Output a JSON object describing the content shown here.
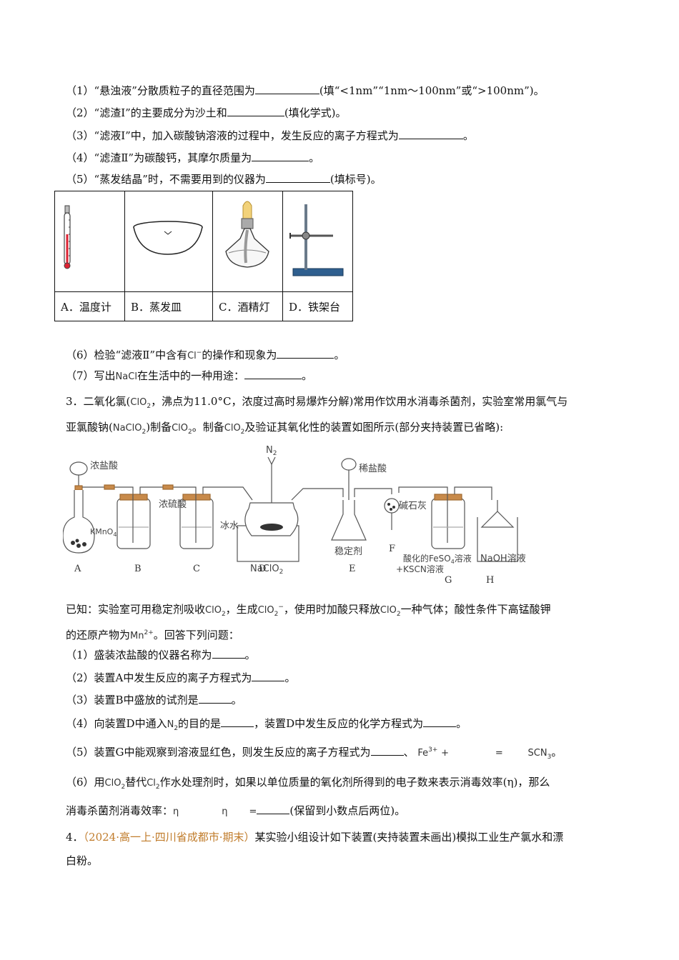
{
  "q2": {
    "s1": {
      "text": "（1）“悬浊液”分散质粒子的直径范围为",
      "tail": "(填“<1nm”“1nm～100nm”或“>100nm”)。"
    },
    "s2": {
      "text": "（2）“滤渣Ⅰ”的主要成分为沙土和",
      "tail": "(填化学式)。"
    },
    "s3": {
      "text": "（3）“滤液Ⅰ”中，加入碳酸钠溶液的过程中，发生反应的离子方程式为",
      "tail": "。"
    },
    "s4": {
      "text": "（4）“滤渣Ⅱ”为碳酸钙，其摩尔质量为",
      "tail": "。"
    },
    "s5": {
      "text": "（5）“蒸发结晶”时，不需要用到的仪器为",
      "tail": "(填标号)。"
    },
    "instruments": [
      {
        "label": "A．温度计",
        "icon": "thermometer-icon"
      },
      {
        "label": "B．蒸发皿",
        "icon": "evaporating-dish-icon"
      },
      {
        "label": "C．酒精灯",
        "icon": "alcohol-lamp-icon"
      },
      {
        "label": "D．铁架台",
        "icon": "iron-stand-icon"
      }
    ],
    "s6": {
      "pre": "（6）检验“滤液Ⅱ”中含有",
      "chem": "Cl",
      "post": "的操作和现象为",
      "tail": "。"
    },
    "s7": {
      "pre": "（7）写出",
      "chem": "NaCl",
      "post": "在生活中的一种用途：",
      "tail": "。"
    }
  },
  "q3": {
    "intro1": {
      "a": "3．二氧化氯(",
      "chem": "ClO",
      "b": "，沸点为11.0°C，浓度过高时易爆炸分解)常用作饮用水消毒杀菌剂，实验室常用氯气与"
    },
    "intro2": {
      "a": "亚氯酸钠(",
      "chem1": "NaClO",
      "b": ")制备",
      "chem2": "ClO",
      "c": "。制备",
      "chem3": "ClO",
      "d": "及验证其氧化性的装置如图所示(部分夹持装置已省略):"
    },
    "diagram": {
      "labels": {
        "conc_hcl": "浓盐酸",
        "kmno4": "KMnO",
        "conc_h2so4": "浓硫酸",
        "ice_water": "冰水",
        "n2": "N",
        "naclo2": "NaClO",
        "dil_hcl": "稀盐酸",
        "soda_lime": "碱石灰",
        "stabilizer": "稳定剂",
        "feso4": "酸化的FeSO",
        "feso4_tail": "溶液",
        "kscn": "+KSCN溶液",
        "naoh": "NaOH溶液"
      },
      "letters": [
        "A",
        "B",
        "C",
        "D",
        "E",
        "F",
        "G",
        "H"
      ]
    },
    "known1": {
      "a": "已知：实验室可用稳定剂吸收",
      "chem1": "ClO",
      "b": "，生成",
      "chem2": "ClO",
      "c": "，使用时加酸只释放",
      "chem3": "ClO",
      "d": "一种气体；酸性条件下高锰酸钾"
    },
    "known2": {
      "a": "的还原产物为",
      "chem": "Mn",
      "b": "。回答下列问题："
    },
    "s1": {
      "text": "（1）盛装浓盐酸的仪器名称为",
      "tail": "。"
    },
    "s2": {
      "text": "（2）装置A中发生反应的离子方程式为",
      "tail": "。"
    },
    "s3": {
      "text": "（3）装置B中盛放的试剂是",
      "tail": "。"
    },
    "s4": {
      "a": "（4）向装置D中通入",
      "chem": "N",
      "b": "的目的是",
      "c": "，装置D中发生反应的化学方程式为",
      "tail": "。"
    },
    "s5": {
      "a": "（5）装置G中能观察到溶液显红色，则发生反应的离子方程式为",
      "b": "、",
      "fe": "Fe",
      "plus": "+",
      "eq": "=",
      "scn": "SCN",
      "tail": "。"
    },
    "s6a": {
      "a": "（6）用",
      "chem1": "ClO",
      "b": "替代",
      "chem2": "Cl",
      "c": "作水处理剂时，如果以单位质量的氧化剂所得到的电子数来表示消毒效率(η)，那么"
    },
    "s6b": {
      "a": "消毒杀菌剂消毒效率：",
      "eta1": "η",
      "eta2": "η",
      "eq": "=",
      "tail": "(保留到小数点后两位)。"
    }
  },
  "q4": {
    "num": "4．",
    "source": "（2024·高一上·四川省成都市·期末）",
    "text": "某实验小组设计如下装置(夹持装置未画出)模拟工业生产氯水和漂",
    "text2": "白粉。"
  }
}
